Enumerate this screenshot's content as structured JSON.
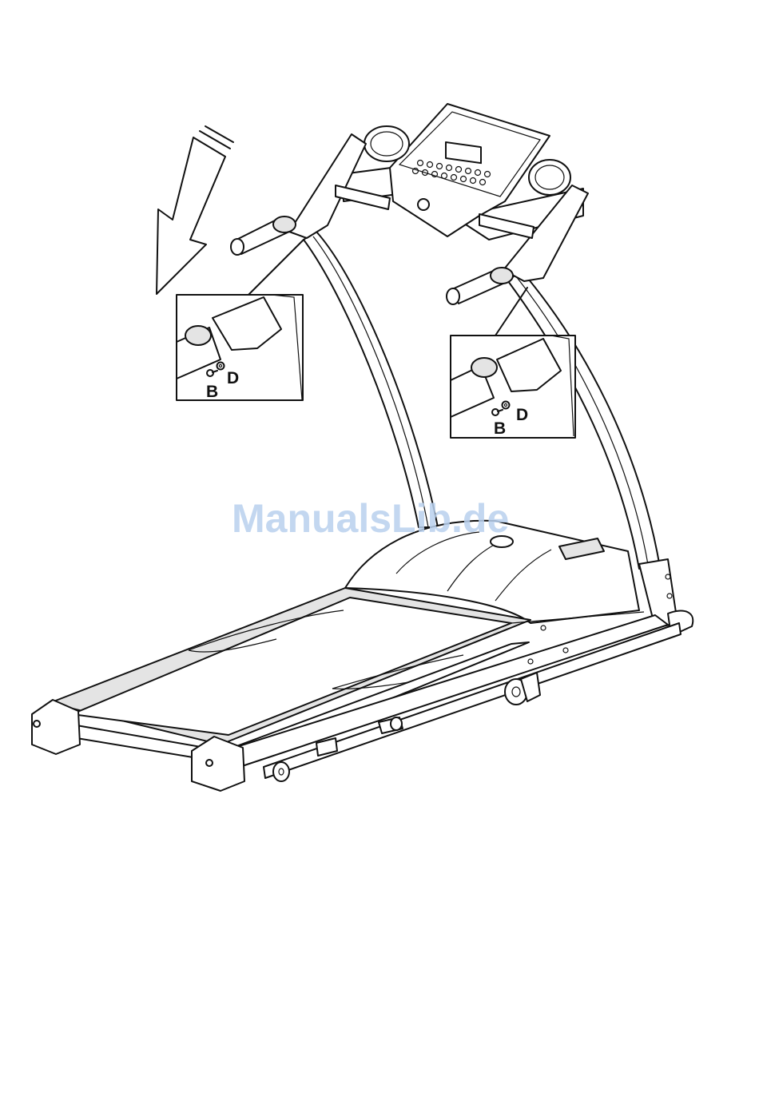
{
  "figure": {
    "watermark": "ManualsLib.de",
    "callout_left": {
      "screw_label": "B",
      "washer_label": "D"
    },
    "callout_right": {
      "screw_label": "B",
      "washer_label": "D"
    }
  },
  "colors": {
    "line": "#111111",
    "paper": "#ffffff",
    "watermark": "#b9d1ee"
  },
  "icons": [
    "direction-arrow-icon",
    "screw-icon",
    "washer-icon"
  ]
}
